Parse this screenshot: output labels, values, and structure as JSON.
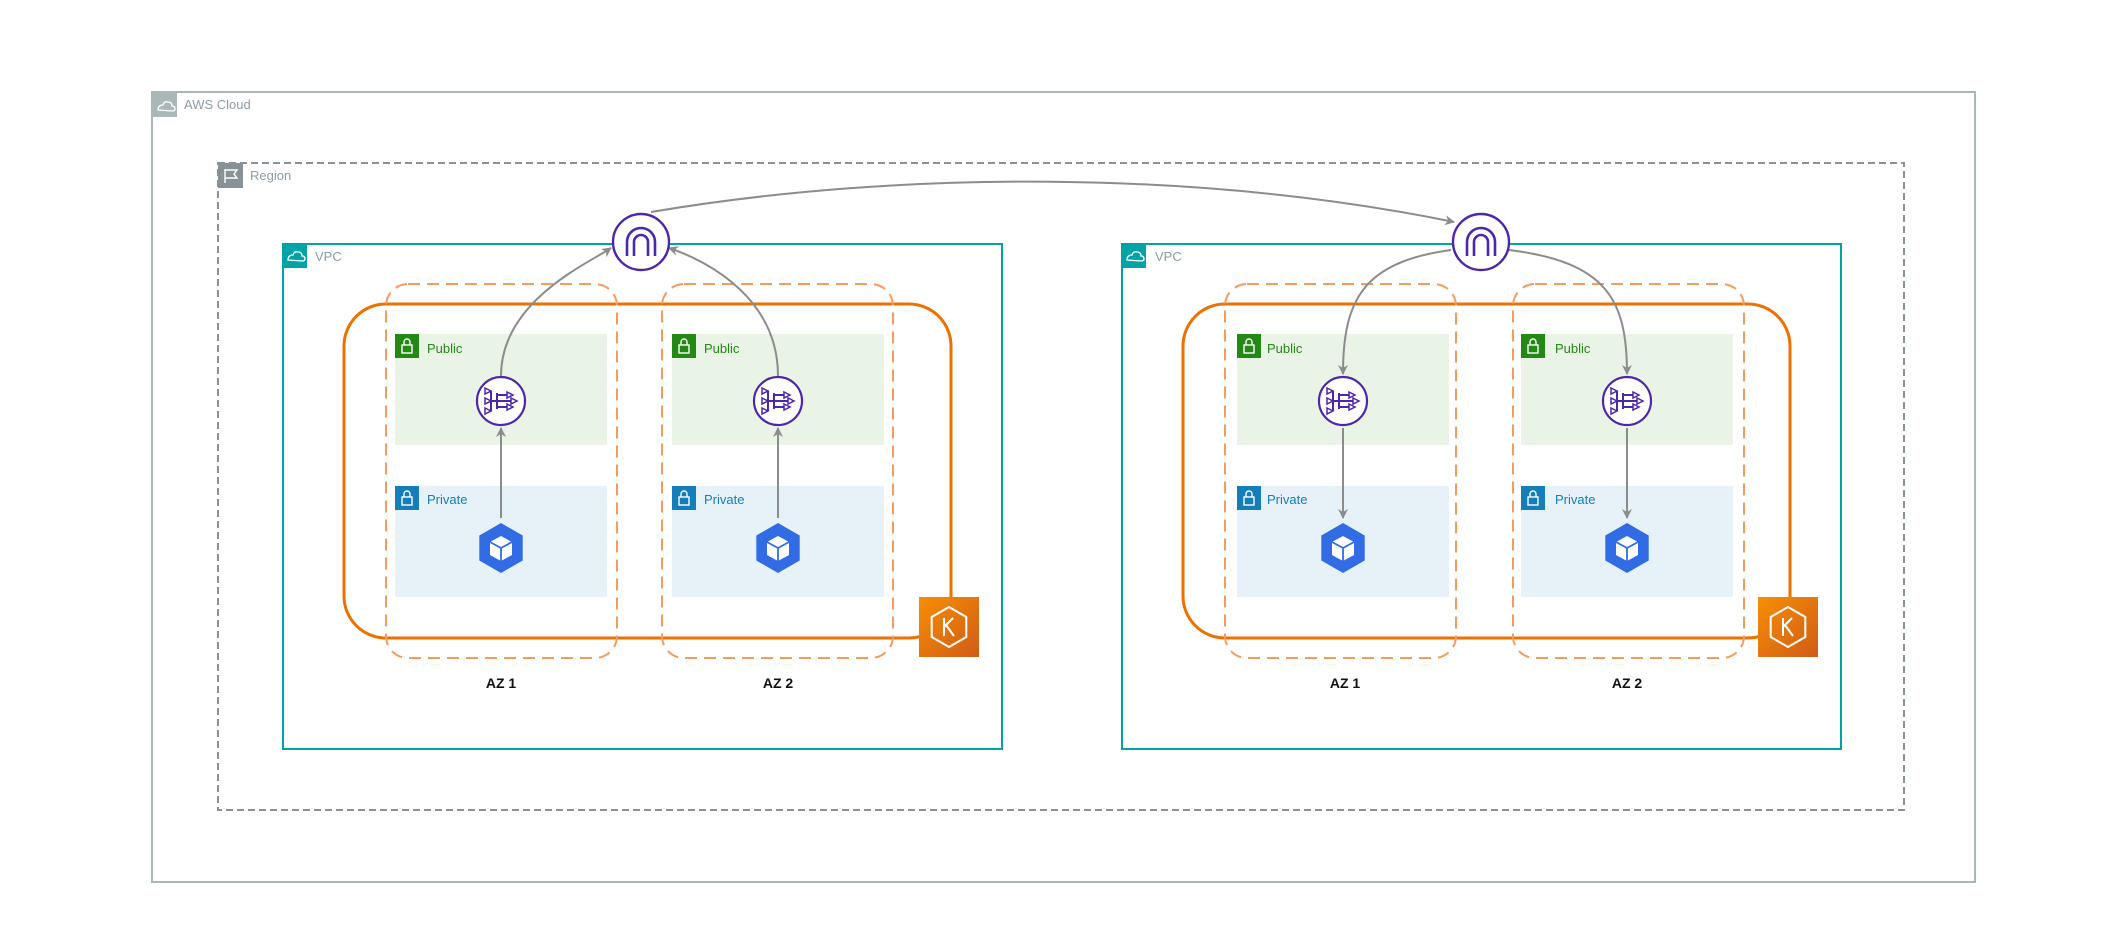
{
  "diagram": {
    "cloud": {
      "label": "AWS Cloud",
      "icon": "cloud-icon"
    },
    "region": {
      "label": "Region",
      "icon": "region-flag-icon"
    },
    "vpcs": [
      {
        "label": "VPC",
        "icon": "vpc-cloud-icon",
        "gateway_icon": "internet-gateway-icon",
        "cluster_icon": "eks-icon",
        "flow": "outbound",
        "azs": [
          {
            "label": "AZ 1",
            "public_label": "Public",
            "private_label": "Private"
          },
          {
            "label": "AZ 2",
            "public_label": "Public",
            "private_label": "Private"
          }
        ]
      },
      {
        "label": "VPC",
        "icon": "vpc-cloud-icon",
        "gateway_icon": "internet-gateway-icon",
        "cluster_icon": "eks-icon",
        "flow": "inbound",
        "azs": [
          {
            "label": "AZ 1",
            "public_label": "Public",
            "private_label": "Private"
          },
          {
            "label": "AZ 2",
            "public_label": "Public",
            "private_label": "Private"
          }
        ]
      }
    ],
    "colors": {
      "cloud_border": "#aab7b8",
      "region_border": "#879196",
      "vpc_border": "#00a4a6",
      "public_fill": "#e9f3e6",
      "public_accent": "#248814",
      "private_fill": "#e6f2f8",
      "private_accent": "#147eba",
      "az_dash": "#f49b5f",
      "cluster_border": "#ed7100",
      "gateway": "#4d27aa",
      "kubernetes": "#326ce5",
      "eks_fill": "#ed7100",
      "arrow": "#8c8c8c"
    }
  }
}
